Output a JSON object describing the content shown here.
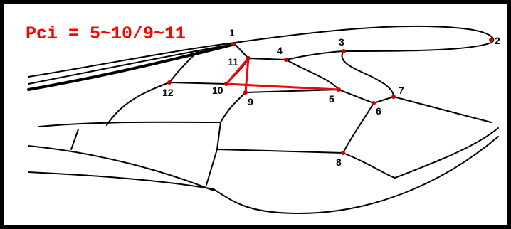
{
  "title": "Pci = 5~10/9~11",
  "colors": {
    "frame": "#000000",
    "background": "#ffffff",
    "vein": "#000000",
    "highlight": "#ff0000",
    "landmark": "#cc0000",
    "label": "#000000"
  },
  "landmarks": [
    {
      "id": "1",
      "label": "1"
    },
    {
      "id": "2",
      "label": "2"
    },
    {
      "id": "3",
      "label": "3"
    },
    {
      "id": "4",
      "label": "4"
    },
    {
      "id": "5",
      "label": "5"
    },
    {
      "id": "6",
      "label": "6"
    },
    {
      "id": "7",
      "label": "7"
    },
    {
      "id": "8",
      "label": "8"
    },
    {
      "id": "9",
      "label": "9"
    },
    {
      "id": "10",
      "label": "10"
    },
    {
      "id": "11",
      "label": "11"
    },
    {
      "id": "12",
      "label": "12"
    }
  ],
  "highlighted_segments": [
    {
      "from": "5",
      "to": "10"
    },
    {
      "from": "9",
      "to": "11"
    }
  ]
}
